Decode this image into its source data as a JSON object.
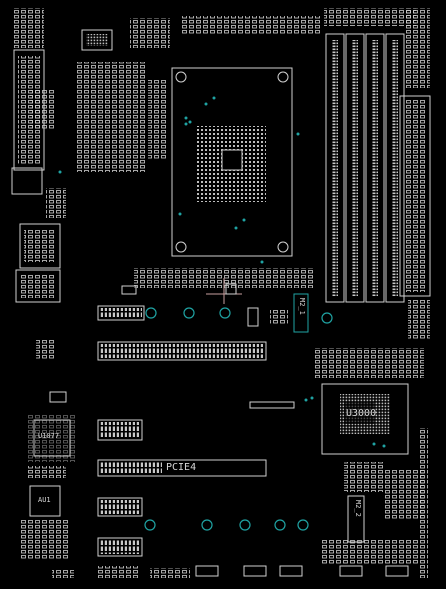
{
  "viewer": {
    "title": "",
    "colors": {
      "background": "#000000",
      "silkscreen": "#d8d8d8",
      "via": "#1fa3a3",
      "cursor": "#c8a0a0"
    }
  },
  "components": {
    "pcie_slot_label": "PCIE4",
    "chipset_label": "U3000",
    "audio_codec_label": "U1077",
    "super_io_label": "AU1",
    "vertical_label_1": "M2_1",
    "vertical_label_2": "M2_2"
  }
}
